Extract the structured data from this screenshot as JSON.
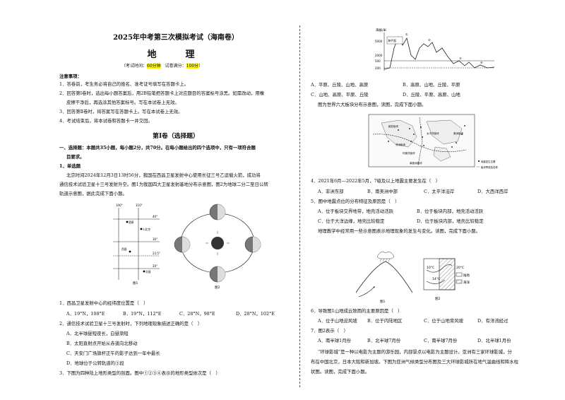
{
  "header": {
    "title": "2025年中考第三次模拟考试（海南卷）",
    "subject": "地　理",
    "time_label": "（考试时间：",
    "time_value": "60分钟",
    "score_label": "试卷满分：",
    "score_value": "100分",
    "close_paren": "）"
  },
  "notes": {
    "heading": "注意事项：",
    "items": [
      "1．答卷前，考生务必将自己的姓名、准考证号填写在答题卡上。",
      "2．回答第Ⅰ卷时，选出每小题答案后，用2B铅笔把答题卡上对应题目的答案标号涂黑。如需改动，用橡",
      "皮擦干净后，再选涂其他答案标号。写在本试卷上无效。",
      "3．回答第Ⅱ卷时，将答案写在答题卡上。写在本试卷上无效。",
      "4．考试结束后，将本试卷和答题卡一并交回。"
    ]
  },
  "part1": {
    "title": "第Ⅰ卷（选择题）",
    "section_line1": "一、选择题：本题共35小题，每小题2分，共70分。在每小题给出的四个选项中，只有一项符合题",
    "section_line2": "目要求。",
    "single_choice": "1、单选题",
    "passage": [
      "北京时间2024年12月3日13时56分，我国在西昌卫星发射中心使用长征三号乙运载火箭，成功将",
      "通信技术试验卫星十三号发射升空。图1为我国四大卫星发射基地分布示意图，图2为地球二分二至日公转",
      "轨道示意图，据此完成下面小题。"
    ]
  },
  "fig1": {
    "caption": "图1",
    "lon_labels": [
      "100°",
      "110°"
    ],
    "lat_labels": [
      "40°",
      "30°",
      "23.5°",
      "20°"
    ],
    "site_labels": [
      "①北京",
      "酒泉",
      "西昌",
      "文昌"
    ]
  },
  "fig2": {
    "caption": "图2"
  },
  "questions_left": [
    {
      "stem": "1．西昌卫星发射中心的经纬度位置是（　）",
      "options": [
        "A．19°N，108°E",
        "B．19°N，112°E",
        "C．28°N，98°E",
        "D．28°N，102°E"
      ]
    },
    {
      "stem": "2．通信技术试验卫星十三号发射时，下列地理现象描述正确的是（　）",
      "options": [
        "A．北半球昼短夜长，白昼渐短",
        "B．太阳直射点开始从赤道向北移动",
        "C．天安门广场旗杆正午的影子达到一年中最长",
        "D．地球位于公转轨道的③段"
      ]
    },
    {
      "stem": "3．下图为四种陆上地形类型的剖面。图中①②③④表示的地形类型依次是（　）"
    }
  ],
  "profile_fig": {
    "y_label": "海拔/米",
    "ticks": [
      "5000",
      "2000",
      "500",
      "200"
    ],
    "labels": [
      "海平面",
      "①",
      "②",
      "③",
      "④"
    ]
  },
  "questions_right": [
    {
      "options": [
        "A．平原、丘陵、山地、高原",
        "B．高原、山地、丘陵、平原",
        "C．山地、高原、平原、丘陵",
        "D．丘陵、平原、高原、山地"
      ]
    },
    {
      "stem": "图为世界六大板块分布示意图，读图，完成下面小题。"
    },
    {
      "stem": "4．2021年6月—2022年5月，7级及以上地震主要发生在（　）",
      "options": [
        "A．非洲东部",
        "B．南美洲中部",
        "C．太平洋沿岸",
        "D．大西洋西岸"
      ]
    },
    {
      "stem": "5．图中地震点位的分布特征及原因是（　）",
      "options": [
        "A．位于板块交界地带，地壳活动活跃",
        "B．位于板块内部，地壳活动活跃",
        "C．位于大洋边缘，地壳比较稳定",
        "D．位于板块内部，地壳比较稳定"
      ]
    },
    {
      "stem": "地理教学中经常用一些示意图表示地理现象的发生与变化。读图，完成下面小题。"
    },
    {
      "stem": "6．导致图1山地成云致雨的主要原因是（　）",
      "options": [
        "A．位于山地迎风坡",
        "B．位于内陆地区",
        "C．位于山地背风坡",
        "D．有洋流经过"
      ]
    },
    {
      "stem": "7．图2表示（　）",
      "options": [
        "A．南半球1月份",
        "B．北半球7月份",
        "C．南半球7月份",
        "D．北半球1月份"
      ]
    },
    {
      "passage": [
        "“环球影城”是一种以电影为主题的游乐园，内部景点以电影为主题设计。亚洲有三家环球影城，分",
        "布在中国北京，日本大阪和新加坡。下图为亚洲气候类型分布图及三大环球影城所在地气温曲线和降水柱",
        "状图。读图，完成下面小题。"
      ]
    }
  ],
  "plate_map": {
    "legend": [
      "地震发生位置",
      "板块界线及名称"
    ],
    "plate_labels": [
      "欧亚板块",
      "太平洋板块",
      "美洲板块",
      "非洲板块",
      "印度洋板块",
      "南极洲板块"
    ]
  },
  "fig_weather": {
    "caption1": "图1",
    "caption2": "图2",
    "temps": [
      "20°C",
      "10°C",
      "14°C"
    ],
    "legend": [
      "陆地",
      "海洋"
    ]
  }
}
